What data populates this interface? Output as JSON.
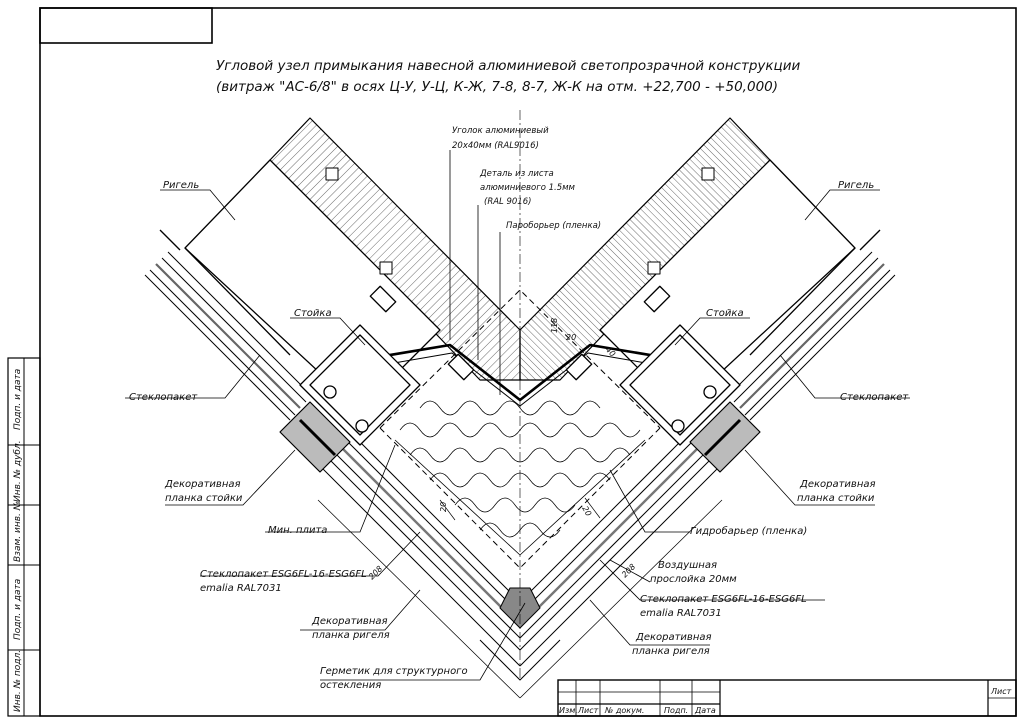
{
  "title": {
    "line1": "Угловой узел примыкания навесной алюминиевой светопрозрачной конструкции",
    "line2": "(витраж \"АС-6/8\" в осях Ц-У, У-Ц, К-Ж, 7-8, 8-7, Ж-К на отм. +22,700 - +50,000)"
  },
  "labels": {
    "angle_line1": "Уголок алюминиевый",
    "angle_line2": "20х40мм (RAL9016)",
    "sheet_line1": "Деталь из листа",
    "sheet_line2": "алюминиевого 1.5мм",
    "sheet_line3": "(RAL 9016)",
    "vapor": "Пароборьер (пленка)",
    "rigel_left": "Ригель",
    "rigel_right": "Ригель",
    "stoika_left": "Стойка",
    "stoika_right": "Стойка",
    "glass_left": "Стеклопакет",
    "glass_right": "Стеклопакет",
    "deco_stoiki_left_1": "Декоративная",
    "deco_stoiki_left_2": "планка стойки",
    "deco_stoiki_right_1": "Декоративная",
    "deco_stoiki_right_2": "планка стойки",
    "min_plita": "Мин. плита",
    "hydro": "Гидробарьер (пленка)",
    "air_1": "Воздушная",
    "air_2": "прослойка 20мм",
    "glass_esg_left_1": "Стеклопакет ESG6FL-16-ESG6FL",
    "glass_esg_left_2": "emalia RAL7031",
    "glass_esg_right_1": "Стеклопакет ESG6FL-16-ESG6FL",
    "glass_esg_right_2": "emalia RAL7031",
    "deco_rigel_left_1": "Декоративная",
    "deco_rigel_left_2": "планка ригеля",
    "deco_rigel_right_1": "Декоративная",
    "deco_rigel_right_2": "планка ригеля",
    "hermetic_1": "Герметик для структурного",
    "hermetic_2": "остекления"
  },
  "dimensions": {
    "d118": "118",
    "d20a": "20",
    "d40": "40",
    "d20b": "20",
    "d20c": "20",
    "d208a": "208",
    "d208b": "208"
  },
  "stamp": {
    "podp_data_1": "Подп. и дата",
    "inv_dubl": "Инв. № дубл.",
    "vzam_inv": "Взам. инв. №",
    "podp_data_2": "Подп. и дата",
    "inv_podl": "Инв. № подл."
  },
  "title_block": {
    "izm": "Изм.",
    "list": "Лист",
    "n_dokum": "№ докум.",
    "podp": "Подп.",
    "data": "Дата",
    "list_right": "Лист"
  }
}
